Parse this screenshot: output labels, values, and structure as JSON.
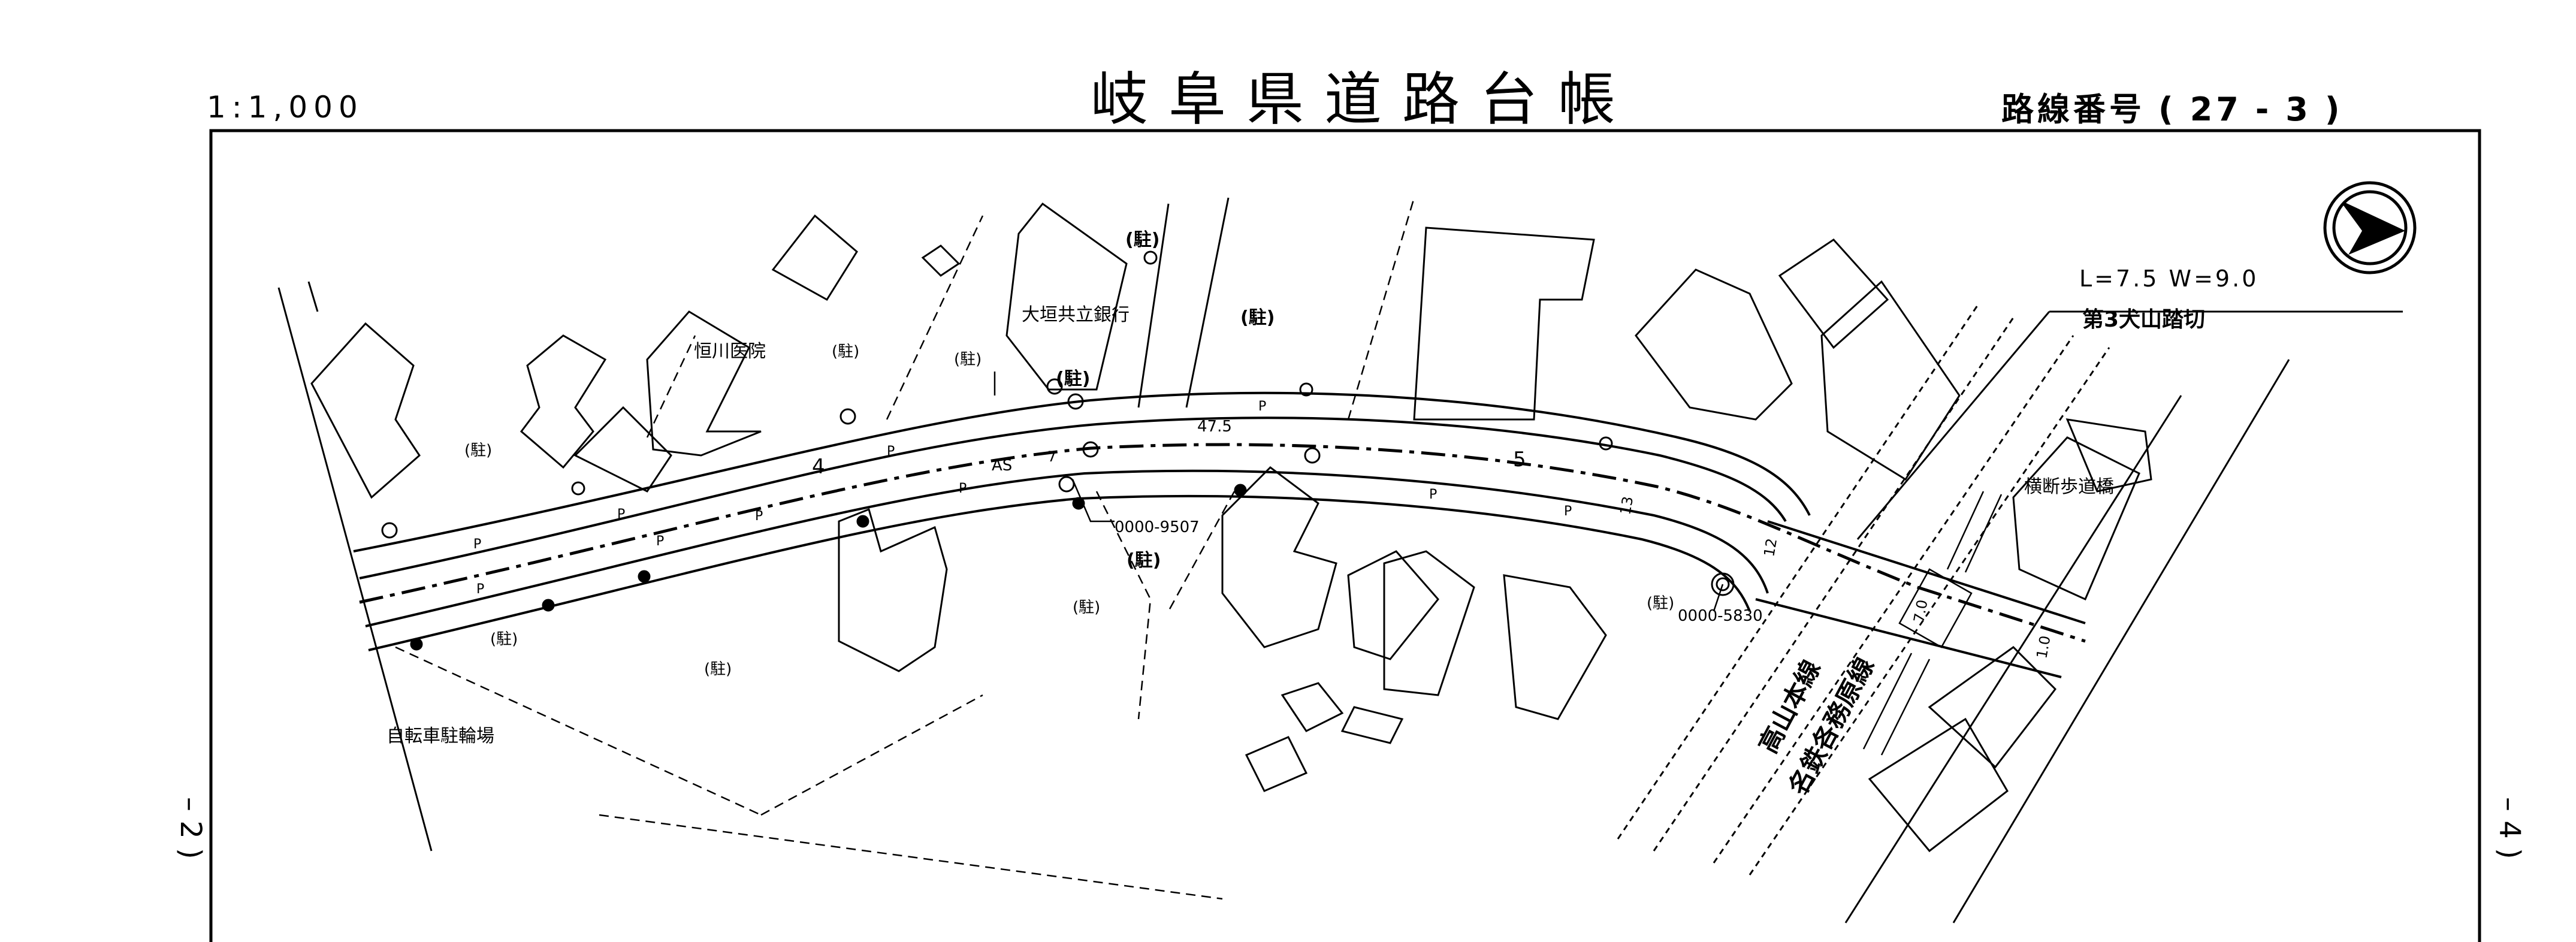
{
  "header": {
    "scale": "1:1,000",
    "title": "岐阜県道路台帳",
    "route_label": "路線番号",
    "route_open": "(",
    "route_major": "27",
    "route_dash": "-",
    "route_minor": "3",
    "route_close": ")"
  },
  "sheet_refs": {
    "left": "– 2 )",
    "right": "– 4 )"
  },
  "map": {
    "crossing_dims": "L=7.5 W=9.0",
    "crossing_name": "第3犬山踏切",
    "pedestrian_bridge": "横断歩道橋",
    "hospital": "恒川医院",
    "bank": "大垣共立銀行",
    "bicycle_parking": "自転車駐輪場",
    "parking": "(駐)",
    "parking_bold": "(駐)",
    "rail_takayama": "高山本線",
    "rail_meitetsu": "名鉄各務原線",
    "code_a": "0000-9507",
    "code_b": "0000-5830",
    "width_mark": "47.5",
    "surface": "AS",
    "station_4": "4",
    "station_5": "5",
    "dim_7": "7",
    "dim_13": "13",
    "dim_12": "12",
    "dim_70": "7.0",
    "dim_10": "1.0",
    "p": "P"
  }
}
